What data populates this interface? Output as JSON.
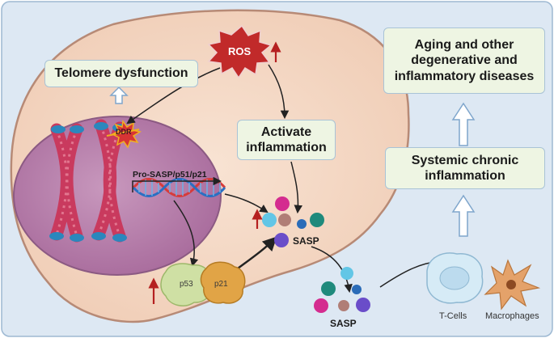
{
  "labels": {
    "telomere": "Telomere dysfunction",
    "ros": "ROS",
    "ddr": "DDR",
    "activate": "Activate\ninflammation",
    "pro_sasp": "Pro-SASP/p51/p21",
    "p53": "p53",
    "p21": "p21",
    "sasp_inner": "SASP",
    "sasp_outer": "SASP",
    "tcells": "T-Cells",
    "macrophages": "Macrophages",
    "systemic": "Systemic chronic\ninflammation",
    "aging": "Aging and other\ndegenerative and\ninflammatory diseases"
  },
  "colors": {
    "background_panel": "#dde8f3",
    "cell_fill": "#f5dac6",
    "cell_border": "#b78a76",
    "nucleus_fill": "#b37aa8",
    "chromosome": "#c93a5e",
    "ros_red": "#c12a2a",
    "up_arrow": "#b52020",
    "box_fill": "#eef5e3",
    "box_border": "#a9c3d6"
  }
}
